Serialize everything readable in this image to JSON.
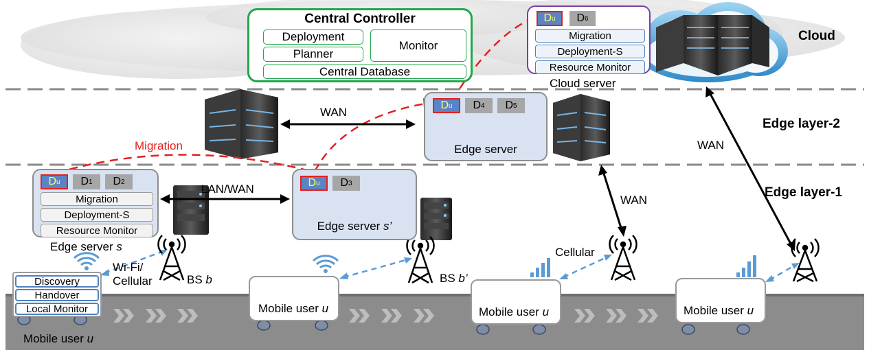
{
  "layers": {
    "cloud": "Cloud",
    "edge2": "Edge layer-2",
    "edge1": "Edge layer-1"
  },
  "central_controller": {
    "title": "Central Controller",
    "deployment": "Deployment",
    "planner": "Planner",
    "monitor": "Monitor",
    "database": "Central Database"
  },
  "cloud_server": {
    "label": "Cloud server",
    "du_main": "D",
    "du_sub": "u",
    "d6_main": "D",
    "d6_sub": "6",
    "migration": "Migration",
    "deployment": "Deployment-S",
    "resource_monitor": "Resource Monitor"
  },
  "edge2_server": {
    "label": "Edge server",
    "du_main": "D",
    "du_sub": "u",
    "d4_main": "D",
    "d4_sub": "4",
    "d5_main": "D",
    "d5_sub": "5"
  },
  "edge_s": {
    "label_prefix": "Edge server ",
    "label_var": "s",
    "du_main": "D",
    "du_sub": "u",
    "d1_main": "D",
    "d1_sub": "1",
    "d2_main": "D",
    "d2_sub": "2",
    "migration": "Migration",
    "deployment": "Deployment-S",
    "resource_monitor": "Resource Monitor"
  },
  "edge_s_prime": {
    "label_prefix": "Edge server ",
    "label_var": "s’",
    "du_main": "D",
    "du_sub": "u",
    "d3_main": "D",
    "d3_sub": "3"
  },
  "links": {
    "wan_top": "WAN",
    "lan_wan": "LAN/WAN",
    "migration": "Migration",
    "wan_right_mid": "WAN",
    "wan_right_far": "WAN",
    "wifi_line1": "Wi-Fi/",
    "wifi_line2": "Cellular",
    "cellular": "Cellular"
  },
  "base_stations": {
    "bs_b_prefix": "BS ",
    "bs_b_var": "b",
    "bs_bprime_prefix": "BS ",
    "bs_bprime_var": "b’"
  },
  "mobile_users": {
    "label_prefix": "Mobile user ",
    "label_var": "u",
    "discovery": "Discovery",
    "handover": "Handover",
    "local_monitor": "Local Monitor"
  },
  "colors": {
    "controller_border": "#21a64b",
    "cloud_server_border": "#7a3ea0",
    "edge_server_fill": "#d9e2f1",
    "du_fill": "#5b84c4",
    "du_border": "#e32020",
    "migration_path": "#e32020",
    "wireless_link": "#5b9bd5",
    "road": "#8c8c8c"
  }
}
